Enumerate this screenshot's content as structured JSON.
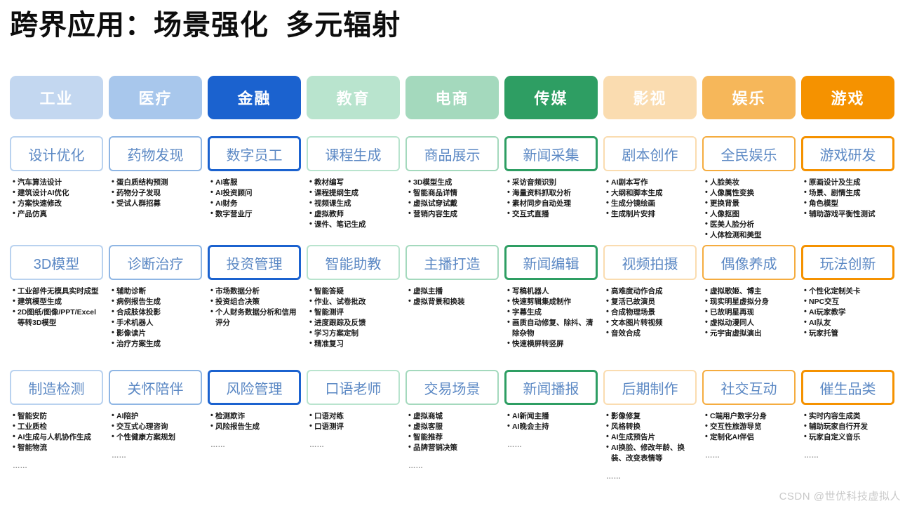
{
  "title": "跨界应用：场景强化  多元辐射",
  "watermark": "CSDN @世优科技虚拟人",
  "ellipsis_label": "……",
  "colors": {
    "industry": "#c3d7f0",
    "medical": "#a8c7ec",
    "finance": "#1b62cf",
    "education": "#b9e4ce",
    "ecommerce": "#a4d9bd",
    "media": "#2e9e63",
    "film": "#fadcb0",
    "entertainment": "#f6b75a",
    "game": "#f59200",
    "card_text": "#5b88c4",
    "bullet_text": "#1c1c1c",
    "ellipsis": "#8f8f8f",
    "title_text": "#0d0d0d",
    "watermark_text": "#c9c9c9"
  },
  "columns": [
    {
      "header": "工业",
      "header_color": "#c3d7f0",
      "card_border": "#b9d2ef",
      "blocks": [
        {
          "card": "设计优化",
          "bullets": [
            "汽车算法设计",
            "建筑设计AI优化",
            "方案快速修改",
            "产品仿真"
          ],
          "ellipsis": false
        },
        {
          "card": "3D模型",
          "bullets": [
            "工业部件无模具实时成型",
            "建筑模型生成",
            "2D图纸/图像/PPT/Excel等转3D模型"
          ],
          "ellipsis": false
        },
        {
          "card": "制造检测",
          "bullets": [
            "智能安防",
            "工业质检",
            "AI生成与人机协作生成",
            "智能物流"
          ],
          "ellipsis": true
        }
      ]
    },
    {
      "header": "医疗",
      "header_color": "#a8c7ec",
      "card_border": "#8fb6e4",
      "blocks": [
        {
          "card": "药物发现",
          "bullets": [
            "蛋白质结构预测",
            "药物分子发现",
            "受试人群招募"
          ],
          "ellipsis": false
        },
        {
          "card": "诊断治疗",
          "bullets": [
            "辅助诊断",
            "病例报告生成",
            "合成肢体投影",
            "手术机器人",
            "影像读片",
            "治疗方案生成"
          ],
          "ellipsis": false
        },
        {
          "card": "关怀陪伴",
          "bullets": [
            "AI陪护",
            "交互式心理咨询",
            "个性健康方案规划"
          ],
          "ellipsis": true
        }
      ]
    },
    {
      "header": "金融",
      "header_color": "#1b62cf",
      "card_border": "#1b62cf",
      "blocks": [
        {
          "card": "数字员工",
          "bullets": [
            "AI客服",
            "AI投资顾问",
            "AI财务",
            "数字营业厅"
          ],
          "ellipsis": false
        },
        {
          "card": "投资管理",
          "bullets": [
            "市场数据分析",
            "投资组合决策",
            "个人财务数据分析和信用评分"
          ],
          "ellipsis": false
        },
        {
          "card": "风险管理",
          "bullets": [
            "检测欺诈",
            "风险报告生成"
          ],
          "ellipsis": true
        }
      ]
    },
    {
      "header": "教育",
      "header_color": "#b9e4ce",
      "card_border": "#b9e4ce",
      "blocks": [
        {
          "card": "课程生成",
          "bullets": [
            "教材编写",
            "课程提纲生成",
            "视频课生成",
            "虚拟教师",
            "课件、笔记生成"
          ],
          "ellipsis": false
        },
        {
          "card": "智能助教",
          "bullets": [
            "智能答疑",
            "作业、试卷批改",
            "智能测评",
            "进度跟踪及反馈",
            "学习方案定制",
            "精准复习"
          ],
          "ellipsis": false
        },
        {
          "card": "口语老师",
          "bullets": [
            "口语对练",
            "口语测评"
          ],
          "ellipsis": true
        }
      ]
    },
    {
      "header": "电商",
      "header_color": "#a4d9bd",
      "card_border": "#a4d9bd",
      "blocks": [
        {
          "card": "商品展示",
          "bullets": [
            "3D模型生成",
            "智能商品详情",
            "虚拟试穿试戴",
            "营销内容生成"
          ],
          "ellipsis": false
        },
        {
          "card": "主播打造",
          "bullets": [
            "虚拟主播",
            "虚拟背景和换装"
          ],
          "ellipsis": false
        },
        {
          "card": "交易场景",
          "bullets": [
            "虚拟商城",
            "虚拟客服",
            "智能推荐",
            "品牌营销决策"
          ],
          "ellipsis": true
        }
      ]
    },
    {
      "header": "传媒",
      "header_color": "#2e9e63",
      "card_border": "#2e9e63",
      "blocks": [
        {
          "card": "新闻采集",
          "bullets": [
            "采访音频识别",
            "海量资料抓取分析",
            "素材同步自动处理",
            "交互式直播"
          ],
          "ellipsis": false
        },
        {
          "card": "新闻编辑",
          "bullets": [
            "写稿机器人",
            "快速剪辑集成制作",
            "字幕生成",
            "画质自动修复、除抖、清除杂物",
            "快速横屏转竖屏"
          ],
          "ellipsis": false
        },
        {
          "card": "新闻播报",
          "bullets": [
            "AI新闻主播",
            "AI晚会主持"
          ],
          "ellipsis": true
        }
      ]
    },
    {
      "header": "影视",
      "header_color": "#fadcb0",
      "card_border": "#fadcb0",
      "blocks": [
        {
          "card": "剧本创作",
          "bullets": [
            "AI剧本写作",
            "大纲和脚本生成",
            "生成分镜绘画",
            "生成制片安排"
          ],
          "ellipsis": false
        },
        {
          "card": "视频拍摄",
          "bullets": [
            "高难度动作合成",
            "复活已故演员",
            "合成物理场景",
            "文本图片转视频",
            "音效合成"
          ],
          "ellipsis": false
        },
        {
          "card": "后期制作",
          "bullets": [
            "影像修复",
            "风格转换",
            "AI生成预告片",
            "AI换脸、修改年龄、换装、改变表情等"
          ],
          "ellipsis": true
        }
      ]
    },
    {
      "header": "娱乐",
      "header_color": "#f6b75a",
      "card_border": "#f5ac3f",
      "blocks": [
        {
          "card": "全民娱乐",
          "bullets": [
            "人脸美妆",
            "人像属性变换",
            "更换背景",
            "人像抠图",
            "医美人脸分析",
            "人体检测和美型"
          ],
          "ellipsis": false
        },
        {
          "card": "偶像养成",
          "bullets": [
            "虚拟歌姬、博主",
            "现实明星虚拟分身",
            "已故明星再现",
            "虚拟动漫同人",
            "元宇宙虚拟演出"
          ],
          "ellipsis": false
        },
        {
          "card": "社交互动",
          "bullets": [
            "C端用户数字分身",
            "交互性旅游导览",
            "定制化AI伴侣"
          ],
          "ellipsis": true
        }
      ]
    },
    {
      "header": "游戏",
      "header_color": "#f59200",
      "card_border": "#f59200",
      "blocks": [
        {
          "card": "游戏研发",
          "bullets": [
            "原画设计及生成",
            "场景、剧情生成",
            "角色模型",
            "辅助游戏平衡性测试"
          ],
          "ellipsis": false
        },
        {
          "card": "玩法创新",
          "bullets": [
            "个性化定制关卡",
            "NPC交互",
            "AI玩家教学",
            "AI队友",
            "玩家托管"
          ],
          "ellipsis": false
        },
        {
          "card": "催生品类",
          "bullets": [
            "实时内容生成类",
            "辅助玩家自行开发",
            "玩家自定义音乐"
          ],
          "ellipsis": true
        }
      ]
    }
  ]
}
